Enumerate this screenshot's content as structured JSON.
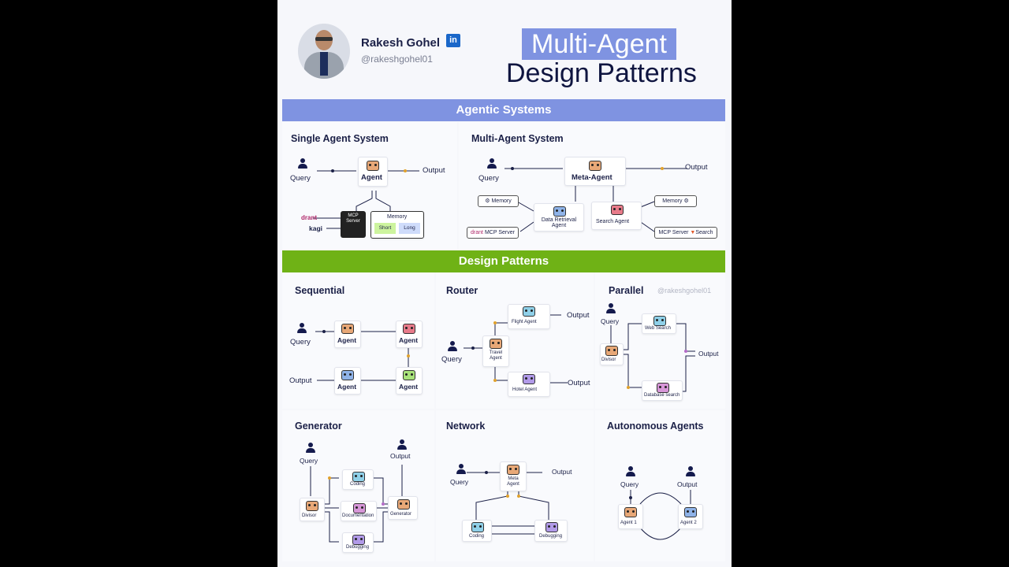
{
  "author": {
    "name": "Rakesh Gohel",
    "handle": "@rakeshgohel01",
    "badge": "in"
  },
  "title": {
    "line1": "Multi-Agent",
    "line2": "Design Patterns"
  },
  "banners": {
    "agentic": "Agentic Systems",
    "design": "Design Patterns"
  },
  "colors": {
    "agentic_banner": "#7f93e1",
    "design_banner": "#6fb216",
    "accent": "#e0a12c"
  },
  "single": {
    "title": "Single Agent System",
    "query": "Query",
    "agent": "Agent",
    "output": "Output",
    "qdrant": "drant",
    "kagi": "kagi",
    "mcp_server": "MCP Server",
    "memory": "Memory",
    "short": "Short",
    "long": "Long"
  },
  "multi": {
    "title": "Multi-Agent System",
    "query": "Query",
    "meta_agent": "Meta-Agent",
    "output": "Output",
    "memory_left": "Memory",
    "data_retrieval": "Data Retrieval Agent",
    "search_agent": "Search Agent",
    "memory_right": "Memory",
    "mcp_left": "MCP Server",
    "qdrant": "drant",
    "mcp_right": "MCP Server",
    "search": "Search"
  },
  "sequential": {
    "title": "Sequential",
    "query": "Query",
    "agent1": "Agent",
    "agent2": "Agent",
    "agent3": "Agent",
    "agent4": "Agent",
    "output": "Output"
  },
  "router": {
    "title": "Router",
    "query": "Query",
    "travel": "Travel Agent",
    "flight": "Flight Agent",
    "hotel": "Hotel Agent",
    "output1": "Output",
    "output2": "Output"
  },
  "parallel": {
    "title": "Parallel",
    "watermark": "@rakeshgohel01",
    "query": "Query",
    "divisor": "Divisor",
    "web": "Web Search",
    "db": "Database search",
    "output": "Output"
  },
  "generator": {
    "title": "Generator",
    "query": "Query",
    "output": "Output",
    "divisor": "Divisor",
    "coding": "Coding",
    "documentation": "Documentation",
    "debugging": "Debugging",
    "generator": "Generator"
  },
  "network": {
    "title": "Network",
    "query": "Query",
    "meta": "Meta Agent",
    "output": "Output",
    "coding": "Coding",
    "debugging": "Debugging"
  },
  "autonomous": {
    "title": "Autonomous Agents",
    "query": "Query",
    "output": "Output",
    "agent1": "Agent 1",
    "agent2": "Agent 2"
  }
}
